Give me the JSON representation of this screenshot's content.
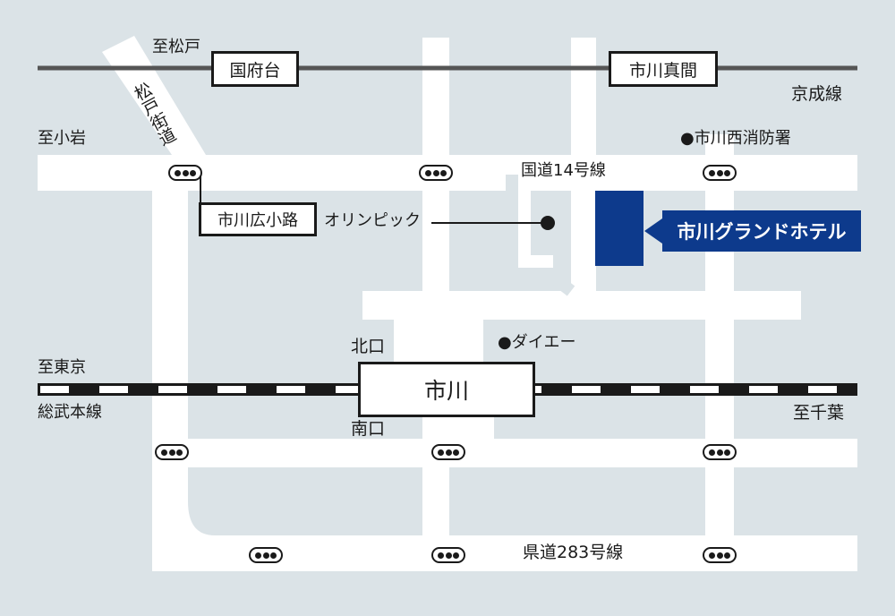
{
  "stations": {
    "ichikawa": "市川",
    "kounodai": "国府台",
    "ichikawa_mama": "市川真間"
  },
  "lines": {
    "keisei": "京成線",
    "sobu": "総武本線"
  },
  "directions": {
    "matsudo": "至松戸",
    "koiwa": "至小岩",
    "tokyo": "至東京",
    "chiba": "至千葉"
  },
  "exits": {
    "north": "北口",
    "south": "南口"
  },
  "roads": {
    "matsudo_kaido": "松戸街道",
    "route14": "国道14号線",
    "route283": "県道283号線"
  },
  "intersections": {
    "hirokoji": "市川広小路"
  },
  "landmarks": {
    "olympic": "オリンピック",
    "daiei": "●ダイエー",
    "fire_station": "●市川西消防署"
  },
  "hotel": {
    "name": "市川グランドホテル"
  },
  "colors": {
    "background": "#dbe3e7",
    "road": "#ffffff",
    "hotel": "#0d3a8c",
    "rail": "#1a1a1a"
  },
  "icons": {
    "traffic_signal": "traffic-signal-icon",
    "landmark_dot": "landmark-dot-icon"
  }
}
